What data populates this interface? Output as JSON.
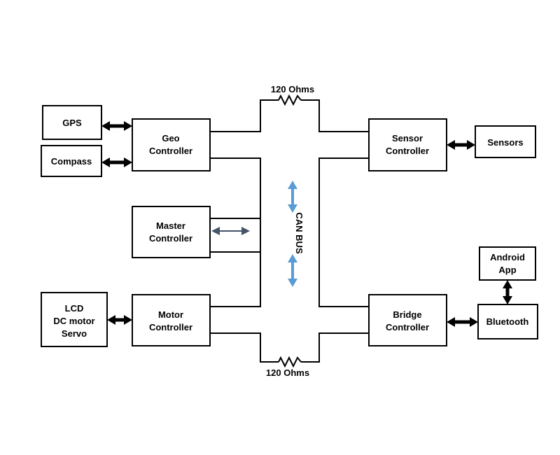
{
  "blocks": {
    "gps": "GPS",
    "compass": "Compass",
    "geo_controller": [
      "Geo",
      "Controller"
    ],
    "master_controller": [
      "Master",
      "Controller"
    ],
    "motor_controller": [
      "Motor",
      "Controller"
    ],
    "lcd_group": [
      "LCD",
      "DC motor",
      "Servo"
    ],
    "sensor_controller": [
      "Sensor",
      "Controller"
    ],
    "sensors": "Sensors",
    "bridge_controller": [
      "Bridge",
      "Controller"
    ],
    "bluetooth": "Bluetooth",
    "android_app": [
      "Android",
      "App"
    ]
  },
  "bus": {
    "label": "CAN BUS",
    "top_resistor": "120 Ohms",
    "bottom_resistor": "120 Ohms"
  },
  "colors": {
    "bus_arrow": "#5b9bd5",
    "master_arrow": "#44546a",
    "line": "#000000"
  }
}
